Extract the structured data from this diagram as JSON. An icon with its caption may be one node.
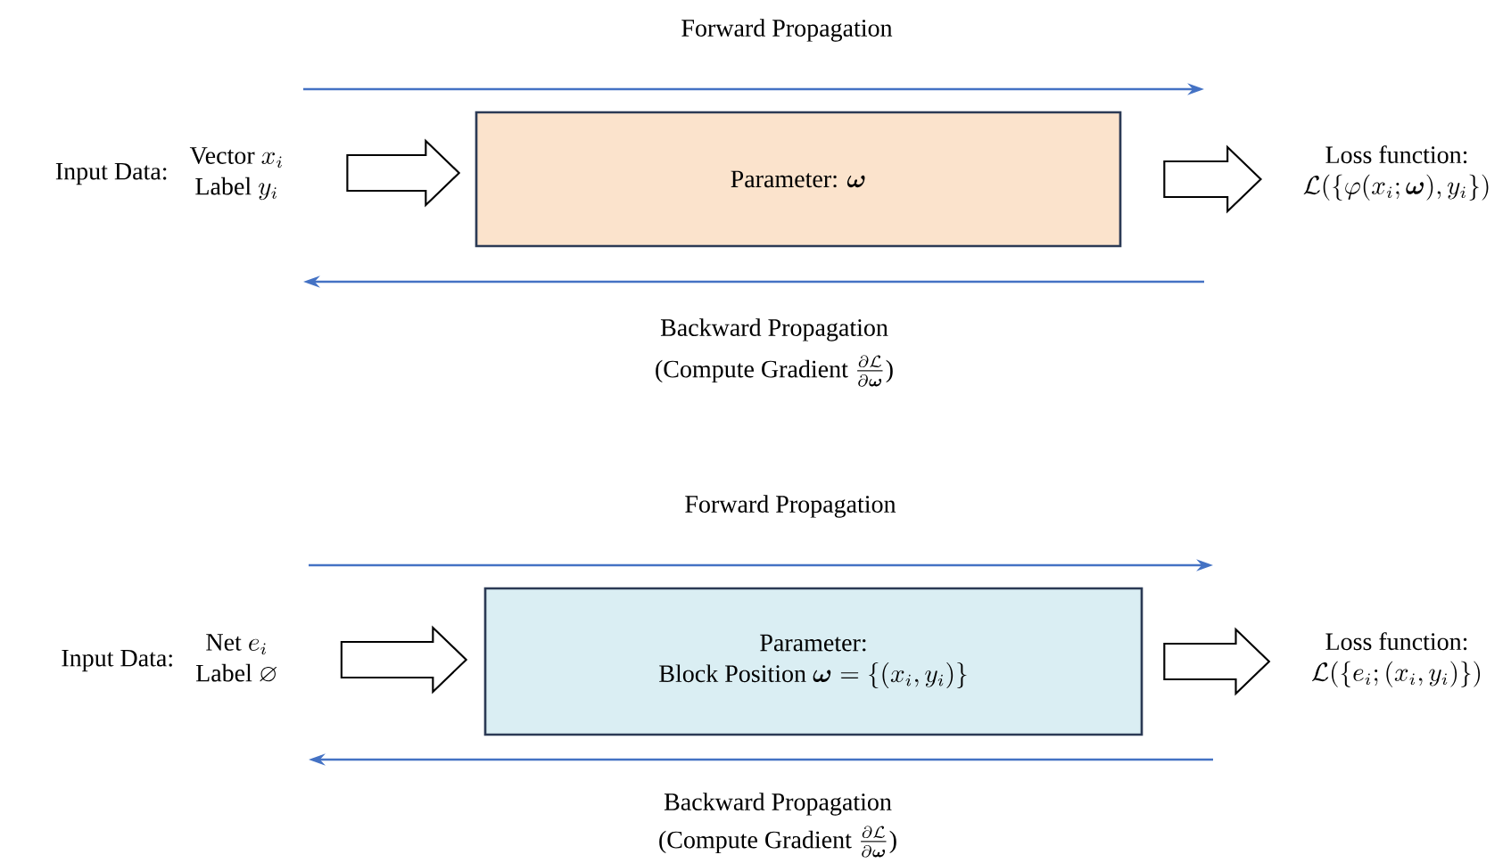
{
  "diagram": {
    "nodes": [
      {
        "text": [
          "Input Data:",
          "\\text{Vector }x_i",
          "\\text{Label }y_i"
        ]
      },
      {
        "text": [
          "\\text{Parameter: }\\boldsymbol{\\omega}"
        ]
      },
      {
        "text": [
          "Loss function:",
          "\\mathcal{L}(\\{\\varphi(x_i;\\boldsymbol{\\omega}),y_i\\})"
        ]
      },
      {
        "text": [
          "Input Data:",
          "\\text{Net }e_i",
          "\\text{Label }\\varnothing"
        ]
      },
      {
        "text": [
          "Parameter:",
          "\\text{Block Position }\\boldsymbol{\\omega}=\\{(x_i,y_i)\\}"
        ]
      },
      {
        "text": [
          "Loss function:",
          "\\mathcal{L}(\\{e_i;(x_i,y_i)\\})"
        ]
      }
    ],
    "edges": [
      {
        "from": 0,
        "to": 1,
        "arrow": "to"
      },
      {
        "from": 1,
        "to": 2,
        "arrow": "to"
      },
      {
        "from": 3,
        "to": 4,
        "arrow": "to"
      },
      {
        "from": 4,
        "to": 5,
        "arrow": "to"
      }
    ],
    "labels": [
      "Forward Propagation",
      "Backward Propagation",
      "\\text{(Compute Gradient }\\frac{\\partial\\mathcal{L}}{\\partial\\boldsymbol{\\omega}}\\text{)}",
      "Forward Propagation",
      "Backward Propagation",
      "\\text{(Compute Gradient }\\frac{\\partial\\mathcal{L}}{\\partial\\boldsymbol{\\omega}}\\text{)}"
    ]
  }
}
